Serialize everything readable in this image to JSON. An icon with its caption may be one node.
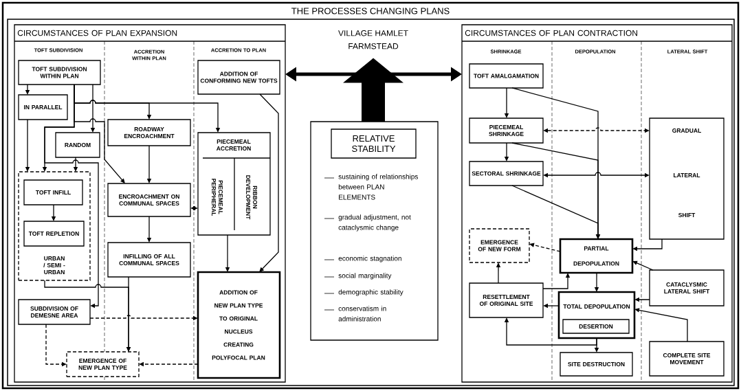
{
  "diagram": {
    "title": "THE PROCESSES CHANGING PLANS",
    "nodes": [
      {
        "text": [
          "CIRCUMSTANCES OF PLAN EXPANSION"
        ]
      },
      {
        "text": [
          "TOFT SUBDIVISION WITHIN PLAN"
        ],
        "in": 0
      },
      {
        "text": [
          "IN PARALLEL"
        ],
        "in": 0
      },
      {
        "text": [
          "RANDOM"
        ],
        "in": 0
      },
      {
        "text": [
          "URBAN / SEMI - URBAN"
        ],
        "in": 0
      },
      {
        "text": [
          "TOFT INFILL"
        ],
        "in": 4
      },
      {
        "text": [
          "TOFT REPLETION"
        ],
        "in": 4
      },
      {
        "text": [
          "ROADWAY ENCROACHMENT"
        ],
        "in": 0
      },
      {
        "text": [
          "ENCROACHMENT ON COMMUNAL SPACES"
        ],
        "in": 0
      },
      {
        "text": [
          "INFILLING OF ALL COMMUNAL SPACES"
        ],
        "in": 0
      },
      {
        "text": [
          "ADDITION OF CONFORMING NEW TOFTS"
        ],
        "in": 0
      },
      {
        "text": [
          "PIECEMEAL ACCRETION",
          "PIECEMEAL PERIPHERAL",
          "RIBBON DEVELOPMENT"
        ],
        "in": 0
      },
      {
        "text": [
          "ADDITION OF NEW PLAN TYPE TO ORIGINAL NUCLEUS CREATING POLYFOCAL PLAN"
        ],
        "in": 0
      },
      {
        "text": [
          "SUBDIVISION OF DEMESNE AREA"
        ],
        "in": 0
      },
      {
        "text": [
          "EMERGENCE OF NEW PLAN TYPE"
        ],
        "in": 0
      },
      {
        "text": [
          "VILLAGE HAMLET FARMSTEAD"
        ]
      },
      {
        "text": [
          "sustaining of relationships between PLAN ELEMENTS",
          "gradual adjustment, not cataclysmic change",
          "economic stagnation",
          "social marginality",
          "demographic stability",
          "conservatism in administration"
        ]
      },
      {
        "text": [
          "RELATIVE STABILITY"
        ],
        "in": 16
      },
      {
        "text": [
          "CIRCUMSTANCES OF PLAN CONTRACTION"
        ]
      },
      {
        "text": [
          "TOFT AMALGAMATION"
        ],
        "in": 18
      },
      {
        "text": [
          "PIECEMEAL SHRINKAGE"
        ],
        "in": 18
      },
      {
        "text": [
          "SECTORAL SHRINKAGE"
        ],
        "in": 18
      },
      {
        "text": [
          "GRADUAL",
          "LATERAL",
          "SHIFT"
        ],
        "in": 18
      },
      {
        "text": [
          "EMERGENCE OF NEW FORM"
        ],
        "in": 18
      },
      {
        "text": [
          "PARTIAL DEPOPULATION"
        ],
        "in": 18
      },
      {
        "text": [
          "RESETTLEMENT OF ORIGINAL SITE"
        ],
        "in": 18
      },
      {
        "text": [
          "TOTAL DEPOPULATION"
        ],
        "in": 18
      },
      {
        "text": [
          "DESERTION"
        ],
        "in": 26
      },
      {
        "text": [
          "CATACLYSMIC LATERAL SHIFT"
        ],
        "in": 18
      },
      {
        "text": [
          "SITE DESTRUCTION"
        ],
        "in": 18
      },
      {
        "text": [
          "COMPLETE SITE MOVEMENT"
        ],
        "in": 18
      }
    ],
    "edges": [
      {
        "from": 1,
        "to": 2,
        "arrow": "to"
      },
      {
        "from": 1,
        "to": 3,
        "arrow": "to"
      },
      {
        "from": 1,
        "to": 4,
        "arrow": "to"
      },
      {
        "from": 2,
        "to": 4,
        "arrow": "to"
      },
      {
        "from": 3,
        "to": 4,
        "arrow": "to"
      },
      {
        "from": 1,
        "to": 7,
        "arrow": "to"
      },
      {
        "from": 1,
        "to": 11,
        "arrow": "to"
      },
      {
        "from": 1,
        "to": 8,
        "arrow": "to"
      },
      {
        "from": 1,
        "to": 13,
        "arrow": "to"
      },
      {
        "from": 5,
        "to": 6,
        "arrow": "to"
      },
      {
        "from": 7,
        "to": 8,
        "arrow": "to"
      },
      {
        "from": 8,
        "to": 11,
        "arrow": "both"
      },
      {
        "from": 8,
        "to": 9,
        "arrow": "to"
      },
      {
        "from": 10,
        "to": 12,
        "arrow": "to"
      },
      {
        "from": 11,
        "to": 12,
        "arrow": "to"
      },
      {
        "from": 4,
        "to": 14,
        "arrow": "to"
      },
      {
        "from": 9,
        "to": 14,
        "arrow": "to"
      },
      {
        "from": 13,
        "to": 12,
        "arrow": "to",
        "style": "dashed"
      },
      {
        "from": 13,
        "to": 14,
        "arrow": "to",
        "style": "dashed"
      },
      {
        "from": 12,
        "to": 14,
        "arrow": "to",
        "style": "dashed"
      },
      {
        "from": 0,
        "to": 18,
        "arrow": "both",
        "style": "thick"
      },
      {
        "from": 16,
        "to": 15,
        "arrow": "to",
        "style": "thick"
      },
      {
        "from": 19,
        "to": 20,
        "arrow": "to"
      },
      {
        "from": 20,
        "to": 21,
        "arrow": "to"
      },
      {
        "from": 19,
        "to": 24,
        "arrow": "to"
      },
      {
        "from": 20,
        "to": 24,
        "arrow": "to"
      },
      {
        "from": 21,
        "to": 24,
        "arrow": "to"
      },
      {
        "from": 20,
        "to": 22,
        "arrow": "both",
        "style": "dashed"
      },
      {
        "from": 21,
        "to": 22,
        "arrow": "both"
      },
      {
        "from": 22,
        "to": 24,
        "arrow": "to"
      },
      {
        "from": 24,
        "to": 23,
        "arrow": "to",
        "style": "dashed"
      },
      {
        "from": 28,
        "to": 24,
        "arrow": "to"
      },
      {
        "from": 24,
        "to": 26,
        "arrow": "to"
      },
      {
        "from": 28,
        "to": 26,
        "arrow": "to"
      },
      {
        "from": 30,
        "to": 26,
        "arrow": "to"
      },
      {
        "from": 26,
        "to": 25,
        "arrow": "to"
      },
      {
        "from": 25,
        "to": 24,
        "arrow": "to"
      },
      {
        "from": 25,
        "to": 23,
        "arrow": "to"
      },
      {
        "from": 26,
        "to": 29,
        "arrow": "to"
      },
      {
        "from": 26,
        "to": 25,
        "arrow": "to"
      }
    ],
    "labels": [
      "TOFT SUBDIVISION",
      "ACCRETION WITHIN PLAN",
      "ACCRETION TO PLAN",
      "SHRINKAGE",
      "DEPOPULATION",
      "LATERAL SHIFT"
    ]
  }
}
